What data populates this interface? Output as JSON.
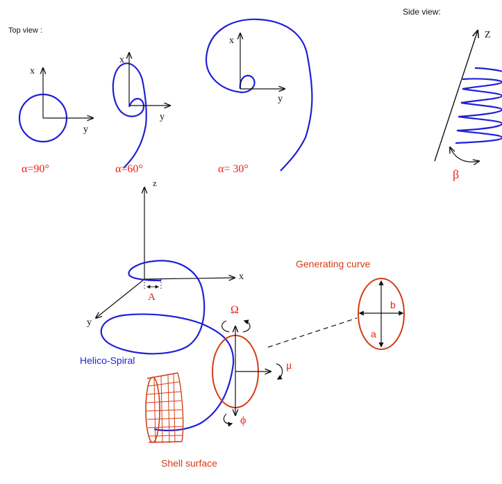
{
  "top_view": {
    "title": "Top view :",
    "x_label": "x",
    "y_label": "y",
    "alpha_symbol": "α",
    "alpha_90": "=90°",
    "alpha_60": "=60°",
    "alpha_30": "= 30°"
  },
  "side_view": {
    "title": "Side view:",
    "z_label": "Z",
    "beta_label": "β"
  },
  "main": {
    "z_axis": "z",
    "x_axis": "x",
    "y_axis": "y",
    "a_label": "A",
    "omega": "Ω",
    "mu": "μ",
    "phi": "ϕ",
    "helico_spiral": "Helico-Spiral",
    "shell_surface": "Shell surface"
  },
  "generating_curve": {
    "title": "Generating curve",
    "a": "a",
    "b": "b"
  },
  "colors": {
    "spiral_blue": "#1f1fd8",
    "shell_red": "#d23c14",
    "label_red": "#e8201a",
    "axis_black": "#111111"
  }
}
